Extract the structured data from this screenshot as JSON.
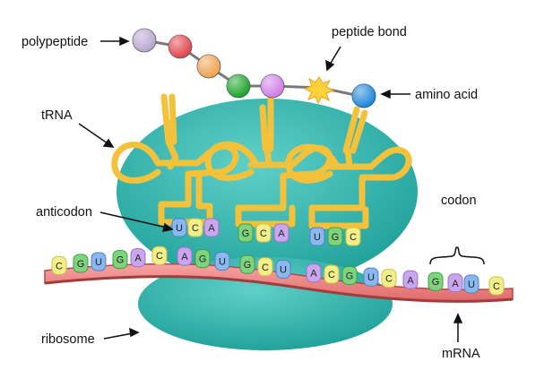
{
  "labels": {
    "polypeptide": "polypeptide",
    "peptide_bond": "peptide bond",
    "amino_acid": "amino acid",
    "trna": "tRNA",
    "anticodon": "anticodon",
    "codon": "codon",
    "ribosome": "ribosome",
    "mrna": "mRNA"
  },
  "colors": {
    "ribosome": "#2fb3ad",
    "trna": "#f3c23a",
    "mrna": "#ef7b7b",
    "base_blue": "#8ab7ee",
    "base_green": "#7fd37f",
    "base_purple": "#c9a6ee",
    "base_yellow": "#f4ee8a"
  },
  "polypeptide_chain": [
    {
      "color": "#b9a6cf"
    },
    {
      "color": "#e0434a"
    },
    {
      "color": "#f0a150"
    },
    {
      "color": "#1aa32a"
    },
    {
      "color": "#cf7de8"
    }
  ],
  "incoming_amino_acid": {
    "color": "#1f86d8"
  },
  "mrna_sequence": [
    "C",
    "G",
    "U",
    "G",
    "A",
    "C",
    "A",
    "G",
    "U",
    "G",
    "C",
    "U",
    "A",
    "C",
    "G",
    "U",
    "C",
    "A",
    "G",
    "A",
    "U",
    "C"
  ],
  "trna_anticodons": [
    [
      "U",
      "C",
      "A"
    ],
    [
      "G",
      "C",
      "A"
    ],
    [
      "U",
      "G",
      "C"
    ]
  ],
  "codon_bracket_bases": [
    "G",
    "A",
    "U"
  ]
}
